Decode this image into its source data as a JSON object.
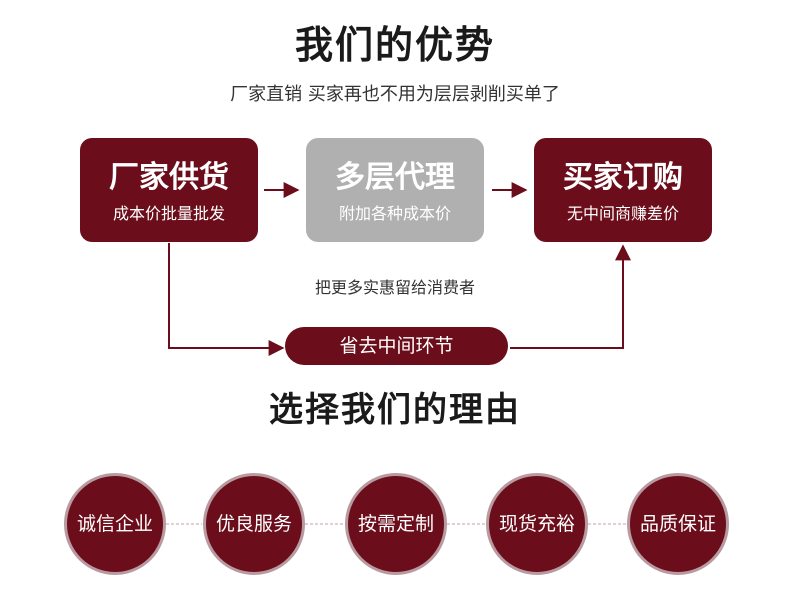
{
  "header": {
    "title": "我们的优势",
    "subtitle": "厂家直销  买家再也不用为层层剥削买单了"
  },
  "flow": {
    "boxes": [
      {
        "title": "厂家供货",
        "desc": "成本价批量批发"
      },
      {
        "title": "多层代理",
        "desc": "附加各种成本价"
      },
      {
        "title": "买家订购",
        "desc": "无中间商赚差价"
      }
    ],
    "note": "把更多实惠留给消费者",
    "shortcut": "省去中间环节"
  },
  "reasons": {
    "title": "选择我们的理由",
    "items": [
      "诚信企业",
      "优良服务",
      "按需定制",
      "现货充裕",
      "品质保证"
    ]
  },
  "colors": {
    "primary": "#6b0d1a",
    "middle_box": "#b0b0b0",
    "ring": "#b89aa0"
  }
}
